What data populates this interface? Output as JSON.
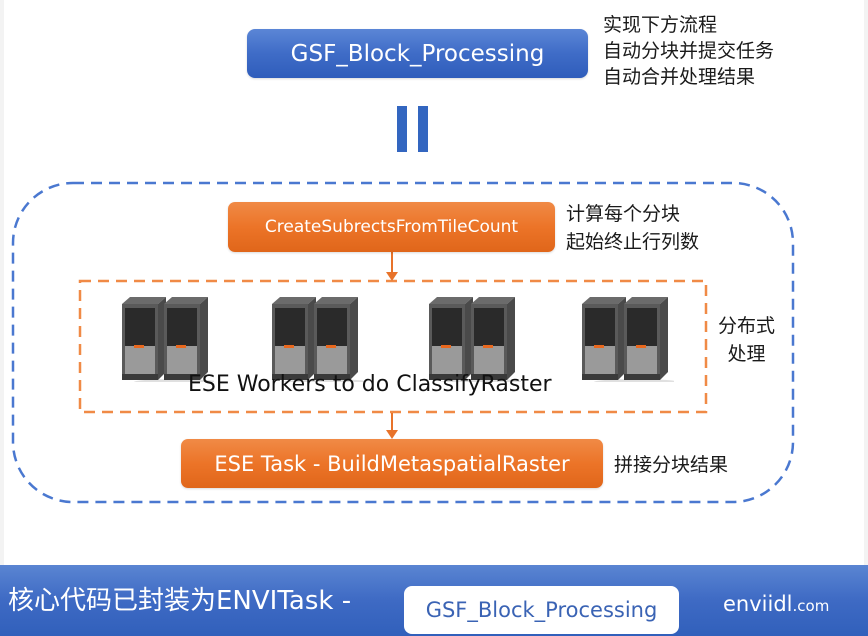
{
  "top": {
    "main_task": "GSF_Block_Processing",
    "notes": [
      "实现下方流程",
      "自动分块并提交任务",
      "自动合并处理结果"
    ]
  },
  "flow": {
    "step1": {
      "label": "CreateSubrectsFromTileCount",
      "notes": [
        "计算每个分块",
        "起始终止行列数"
      ]
    },
    "step2": {
      "label": "ESE Workers to do ClassifyRaster",
      "server_count": 4,
      "notes": [
        "分布式",
        "处理"
      ]
    },
    "step3": {
      "label": "ESE Task - BuildMetaspatialRaster",
      "notes": [
        "拼接分块结果"
      ]
    }
  },
  "footer": {
    "text": "核心代码已封装为ENVITask -",
    "task_name": "GSF_Block_Processing",
    "site_main": "enviidl",
    "site_suffix": ".com"
  },
  "colors": {
    "blue": "#3f6cc7",
    "orange": "#ec7428",
    "blue_dash": "#4a78d0",
    "orange_dash": "#f08a46"
  },
  "icons": {
    "server": "server-rack-icon",
    "arrow": "arrow-down-icon",
    "equals": "equals-icon"
  }
}
